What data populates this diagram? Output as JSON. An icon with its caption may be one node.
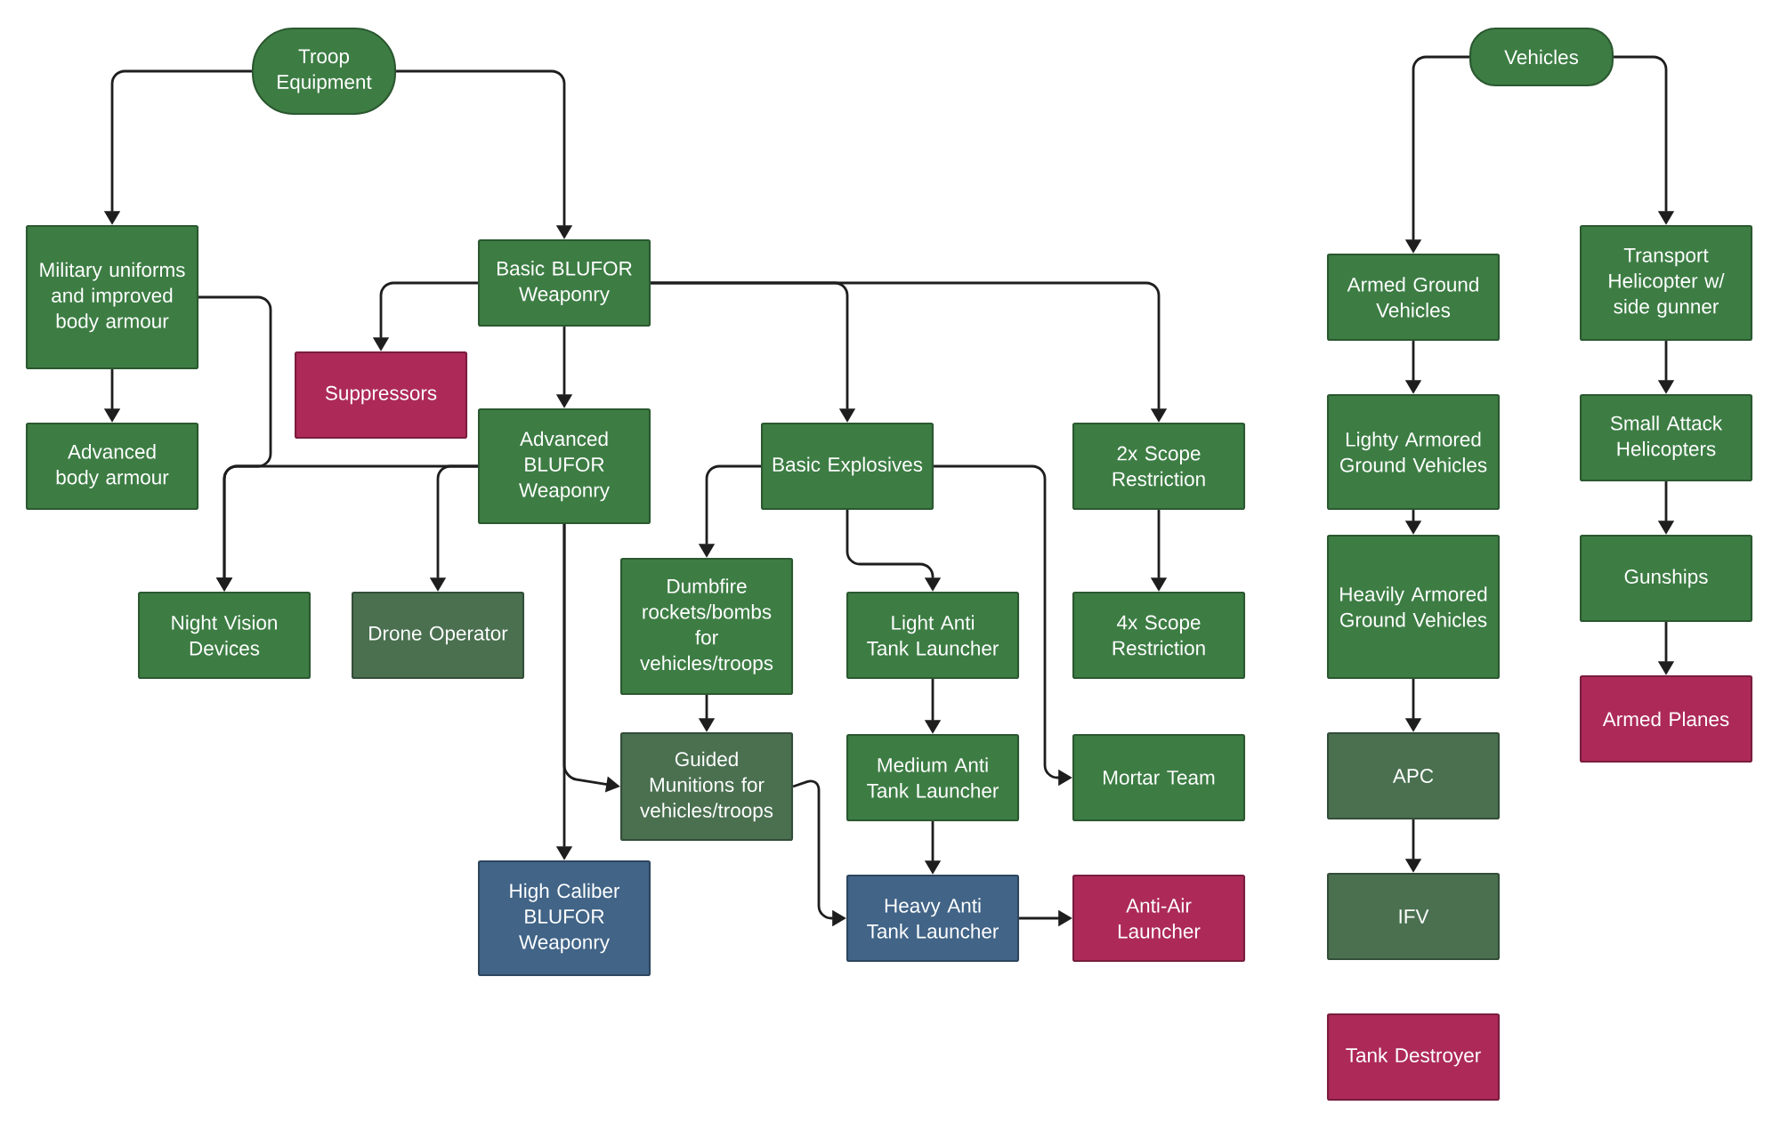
{
  "diagram": {
    "nodes": [
      {
        "text": [
          "Troop Equipment"
        ]
      },
      {
        "text": [
          "Military uniforms and improved body armour"
        ]
      },
      {
        "text": [
          "Advanced body armour"
        ]
      },
      {
        "text": [
          "Basic BLUFOR Weaponry"
        ]
      },
      {
        "text": [
          "Suppressors"
        ]
      },
      {
        "text": [
          "Advanced BLUFOR Weaponry"
        ]
      },
      {
        "text": [
          "Night Vision Devices"
        ]
      },
      {
        "text": [
          "Drone Operator"
        ]
      },
      {
        "text": [
          "Basic Explosives"
        ]
      },
      {
        "text": [
          "2x Scope Restriction"
        ]
      },
      {
        "text": [
          "Dumbfire rockets/bombs for vehicles/troops"
        ]
      },
      {
        "text": [
          "Light Anti Tank Launcher"
        ]
      },
      {
        "text": [
          "4x Scope Restriction"
        ]
      },
      {
        "text": [
          "Guided Munitions for vehicles/troops"
        ]
      },
      {
        "text": [
          "Medium Anti Tank Launcher"
        ]
      },
      {
        "text": [
          "Mortar Team"
        ]
      },
      {
        "text": [
          "High Caliber BLUFOR Weaponry"
        ]
      },
      {
        "text": [
          "Heavy Anti Tank Launcher"
        ]
      },
      {
        "text": [
          "Anti-Air Launcher"
        ]
      },
      {
        "text": [
          "Vehicles"
        ]
      },
      {
        "text": [
          "Armed Ground Vehicles"
        ]
      },
      {
        "text": [
          "Lighty Armored Ground Vehicles"
        ]
      },
      {
        "text": [
          "Heavily Armored Ground Vehicles"
        ]
      },
      {
        "text": [
          "APC"
        ]
      },
      {
        "text": [
          "IFV"
        ]
      },
      {
        "text": [
          "Tank Destroyer"
        ]
      },
      {
        "text": [
          "Transport Helicopter w/ side gunner"
        ]
      },
      {
        "text": [
          "Small Attack Helicopters"
        ]
      },
      {
        "text": [
          "Gunships"
        ]
      },
      {
        "text": [
          "Armed Planes"
        ]
      }
    ],
    "edges": [
      {
        "from": 0,
        "to": 1,
        "arrow": "to"
      },
      {
        "from": 0,
        "to": 3,
        "arrow": "to"
      },
      {
        "from": 1,
        "to": 2,
        "arrow": "to"
      },
      {
        "from": 1,
        "to": 6,
        "arrow": "to"
      },
      {
        "from": 3,
        "to": 4,
        "arrow": "to"
      },
      {
        "from": 3,
        "to": 5,
        "arrow": "to"
      },
      {
        "from": 3,
        "to": 8,
        "arrow": "to"
      },
      {
        "from": 3,
        "to": 9,
        "arrow": "to"
      },
      {
        "from": 5,
        "to": 6,
        "arrow": "to"
      },
      {
        "from": 5,
        "to": 7,
        "arrow": "to"
      },
      {
        "from": 5,
        "to": 16,
        "arrow": "to"
      },
      {
        "from": 5,
        "to": 13,
        "arrow": "to"
      },
      {
        "from": 8,
        "to": 10,
        "arrow": "to"
      },
      {
        "from": 8,
        "to": 11,
        "arrow": "to"
      },
      {
        "from": 8,
        "to": 15,
        "arrow": "to"
      },
      {
        "from": 10,
        "to": 13,
        "arrow": "to"
      },
      {
        "from": 11,
        "to": 14,
        "arrow": "to"
      },
      {
        "from": 14,
        "to": 17,
        "arrow": "to"
      },
      {
        "from": 13,
        "to": 17,
        "arrow": "to"
      },
      {
        "from": 17,
        "to": 18,
        "arrow": "to"
      },
      {
        "from": 9,
        "to": 12,
        "arrow": "to"
      },
      {
        "from": 19,
        "to": 20,
        "arrow": "to"
      },
      {
        "from": 19,
        "to": 26,
        "arrow": "to"
      },
      {
        "from": 20,
        "to": 21,
        "arrow": "to"
      },
      {
        "from": 21,
        "to": 22,
        "arrow": "to"
      },
      {
        "from": 22,
        "to": 23,
        "arrow": "to"
      },
      {
        "from": 23,
        "to": 24,
        "arrow": "to"
      },
      {
        "from": 26,
        "to": 27,
        "arrow": "to"
      },
      {
        "from": 27,
        "to": 28,
        "arrow": "to"
      },
      {
        "from": 28,
        "to": 29,
        "arrow": "to"
      }
    ]
  }
}
